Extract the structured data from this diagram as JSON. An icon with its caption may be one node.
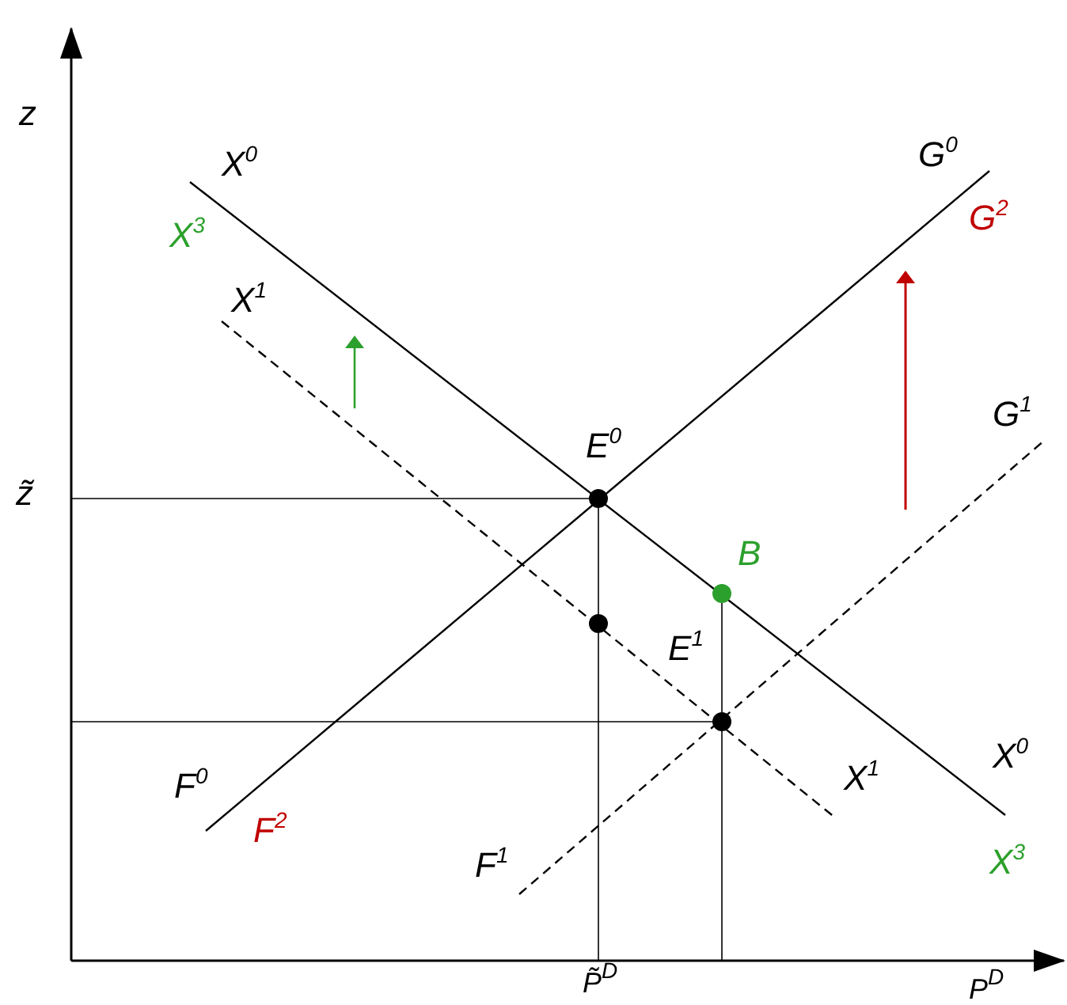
{
  "diagram": {
    "labels": [
      "z",
      "X$^{0}$",
      "X$^{3}$",
      "X$^{1}$",
      "G$^{0}$",
      "G$^{2}$",
      "G$^{1}$",
      "E$^{0}$",
      "z̃",
      "B",
      "E$^{1}$",
      "X$^{0}$",
      "F$^{0}$",
      "X$^{1}$",
      "F$^{2}$",
      "F$^{1}$",
      "X$^{3}$",
      "P̃$^{D}$",
      "P$^{D}$"
    ]
  }
}
